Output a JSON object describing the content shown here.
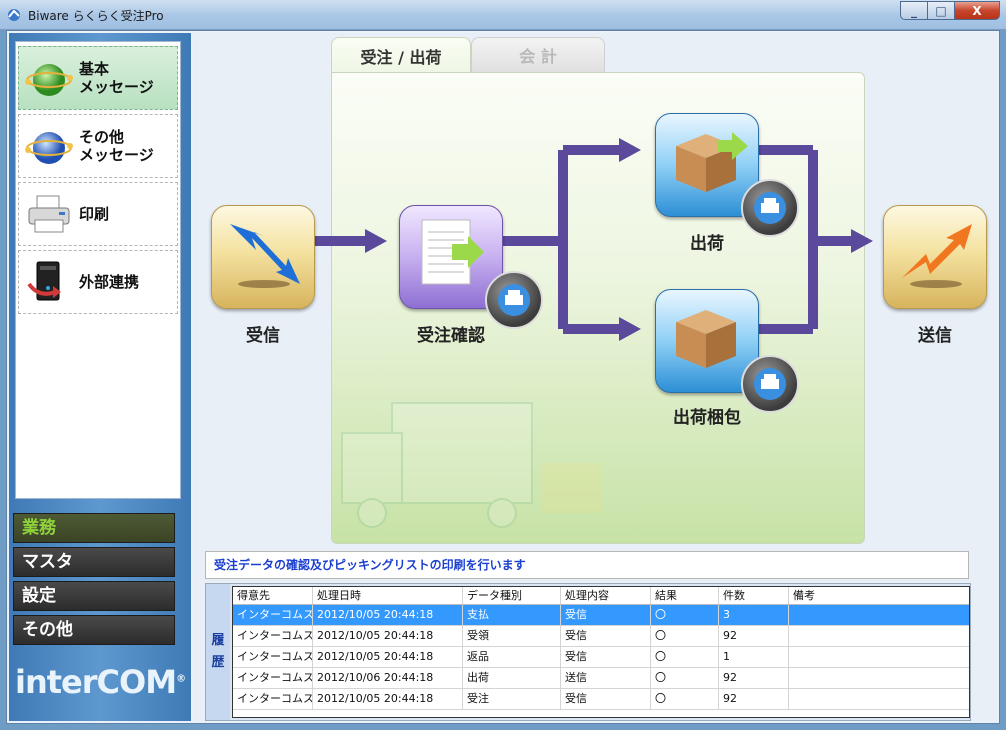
{
  "window": {
    "title": "Biware らくらく受注Pro",
    "minimize": "_",
    "maximize": "□",
    "close": "X"
  },
  "sidebar": {
    "items": [
      {
        "label": "基本\nメッセージ",
        "icon": "green-globe-icon"
      },
      {
        "label": "その他\nメッセージ",
        "icon": "blue-globe-icon"
      },
      {
        "label": "印刷",
        "icon": "printer-icon"
      },
      {
        "label": "外部連携",
        "icon": "computer-tower-icon"
      }
    ],
    "nav": [
      "業務",
      "マスタ",
      "設定",
      "その他"
    ],
    "logo": "interCOM"
  },
  "tabs": [
    {
      "label": "受注 / 出荷"
    },
    {
      "label": "会 計"
    }
  ],
  "flow": {
    "receive": "受信",
    "order_confirm": "受注確認",
    "shipment": "出荷",
    "shipment_packing": "出荷梱包",
    "send": "送信"
  },
  "info_message": "受注データの確認及びピッキングリストの印刷を行います",
  "history": {
    "tab_label_1": "履",
    "tab_label_2": "歴",
    "columns": [
      "得意先",
      "処理日時",
      "データ種別",
      "処理内容",
      "結果",
      "件数",
      "備考"
    ],
    "rows": [
      [
        "インターコムスーパ",
        "2012/10/05 20:44:18",
        "支払",
        "受信",
        "〇",
        "3",
        ""
      ],
      [
        "インターコムスーパ",
        "2012/10/05 20:44:18",
        "受領",
        "受信",
        "〇",
        "92",
        ""
      ],
      [
        "インターコムスーパ",
        "2012/10/05 20:44:18",
        "返品",
        "受信",
        "〇",
        "1",
        ""
      ],
      [
        "インターコムスーパ",
        "2012/10/06 20:44:18",
        "出荷",
        "送信",
        "〇",
        "92",
        ""
      ],
      [
        "インターコムスーパ",
        "2012/10/05 20:44:18",
        "受注",
        "受信",
        "〇",
        "92",
        ""
      ]
    ]
  },
  "colors": {
    "flow_arrow": "#5b4a9c",
    "selected_row": "#3399ff",
    "active_nav_text": "#8fd33a"
  }
}
